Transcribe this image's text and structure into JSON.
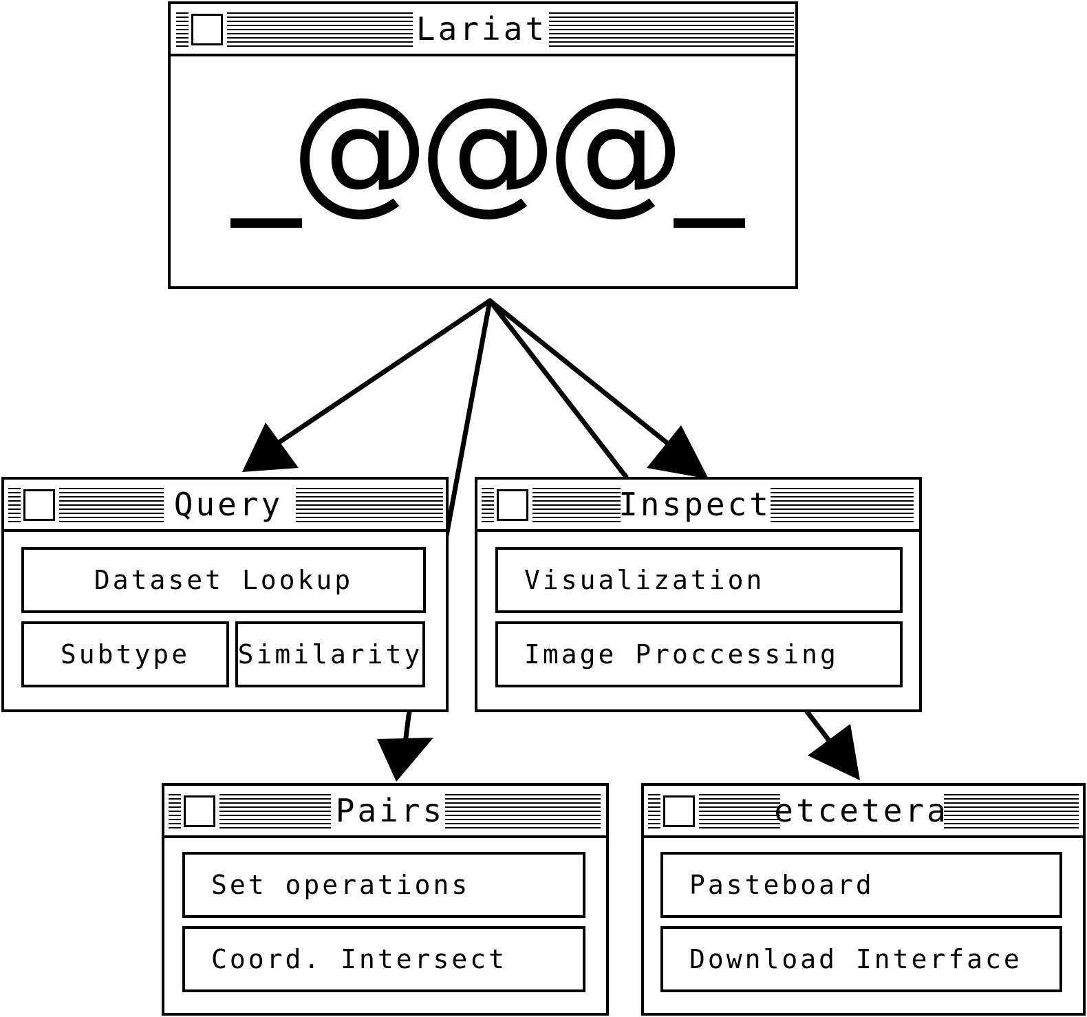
{
  "windows": {
    "lariat": {
      "title": "Lariat",
      "logo": "_@@@_"
    },
    "query": {
      "title": "Query",
      "buttons": {
        "dataset_lookup": "Dataset Lookup",
        "subtype": "Subtype",
        "similarity": "Similarity"
      }
    },
    "inspect": {
      "title": "Inspect",
      "buttons": {
        "visualization": "Visualization",
        "image_processing": "Image Proccessing"
      }
    },
    "pairs": {
      "title": "Pairs",
      "buttons": {
        "set_operations": "Set operations",
        "coord_intersect": "Coord. Intersect"
      }
    },
    "etcetera": {
      "title": "etcetera",
      "buttons": {
        "pasteboard": "Pasteboard",
        "download_interface": "Download Interface"
      }
    }
  },
  "edges": [
    {
      "from": "Lariat",
      "to": "Query"
    },
    {
      "from": "Lariat",
      "to": "Pairs"
    },
    {
      "from": "Lariat",
      "to": "Inspect"
    },
    {
      "from": "Lariat",
      "to": "etcetera"
    }
  ],
  "colors": {
    "ink": "#000000",
    "background": "#ffffff"
  }
}
